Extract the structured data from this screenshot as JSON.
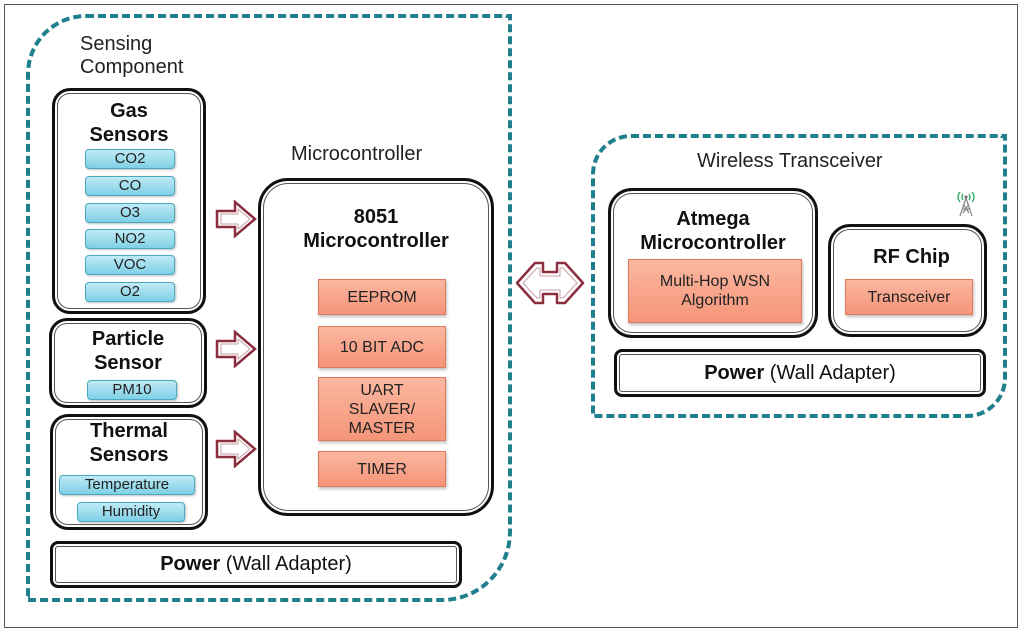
{
  "sensing": {
    "label_line1": "Sensing",
    "label_line2": "Component",
    "gas": {
      "title_line1": "Gas",
      "title_line2": "Sensors",
      "items": [
        "CO2",
        "CO",
        "O3",
        "NO2",
        "VOC",
        "O2"
      ]
    },
    "particle": {
      "title_line1": "Particle",
      "title_line2": "Sensor",
      "items": [
        "PM10"
      ]
    },
    "thermal": {
      "title_line1": "Thermal",
      "title_line2": "Sensors",
      "items": [
        "Temperature",
        "Humidity"
      ]
    },
    "power": {
      "bold": "Power",
      "rest": " (Wall Adapter)"
    }
  },
  "microcontroller": {
    "label": "Microcontroller",
    "title_line1": "8051",
    "title_line2": "Microcontroller",
    "modules": [
      "EEPROM",
      "10 BIT ADC",
      "UART SLAVER/ MASTER",
      "TIMER"
    ],
    "uart_lines": [
      "UART",
      "SLAVER/",
      "MASTER"
    ]
  },
  "wireless": {
    "label": "Wireless Transceiver",
    "atmega": {
      "title_line1": "Atmega",
      "title_line2": "Microcontroller",
      "module_line1": "Multi-Hop WSN",
      "module_line2": "Algorithm"
    },
    "rf": {
      "title": "RF Chip",
      "module": "Transceiver"
    },
    "power": {
      "bold": "Power",
      "rest": " (Wall Adapter)"
    }
  },
  "colors": {
    "dashed_border": "#1f7f8c",
    "sensor_chip": "#7fd0e6",
    "module_chip": "#f59579",
    "arrow": "#8b2f3f",
    "antenna_waves": "#3cb371"
  }
}
